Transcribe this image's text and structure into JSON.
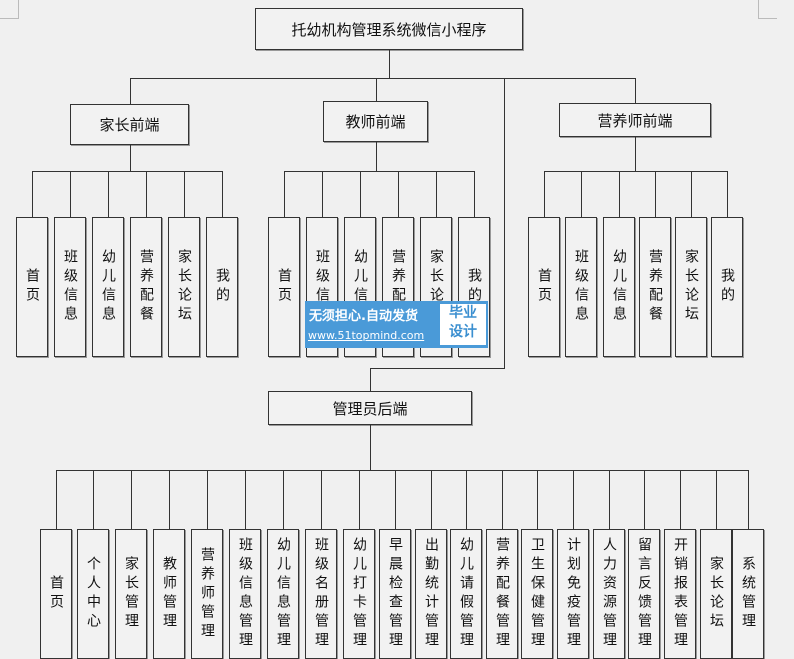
{
  "title": "托幼机构管理系统微信小程序",
  "branches": {
    "parent": {
      "label": "家长前端",
      "items": [
        "首页",
        "班级信息",
        "幼儿信息",
        "营养配餐",
        "家长论坛",
        "我的"
      ]
    },
    "teacher": {
      "label": "教师前端",
      "items": [
        "首页",
        "班级信息",
        "幼儿信息",
        "营养配餐",
        "家长论坛",
        "我的"
      ]
    },
    "nutritionist": {
      "label": "营养师前端",
      "items": [
        "首页",
        "班级信息",
        "幼儿信息",
        "营养配餐",
        "家长论坛",
        "我的"
      ]
    },
    "admin": {
      "label": "管理员后端",
      "items": [
        "首页",
        "个人中心",
        "家长管理",
        "教师管理",
        "营养师管理",
        "班级信息管理",
        "幼儿信息管理",
        "班级名册管理",
        "幼儿打卡管理",
        "早晨检查管理",
        "出勤统计管理",
        "幼儿请假管理",
        "营养配餐管理",
        "卫生保健管理",
        "计划免疫管理",
        "人力资源管理",
        "留言反馈管理",
        "开销报表管理",
        "家长论坛",
        "系统管理"
      ]
    }
  },
  "watermark": {
    "slogan": "无须担心.自动发货",
    "url": "www.51topmind.com",
    "badge_line1": "毕业",
    "badge_line2": "设计"
  }
}
